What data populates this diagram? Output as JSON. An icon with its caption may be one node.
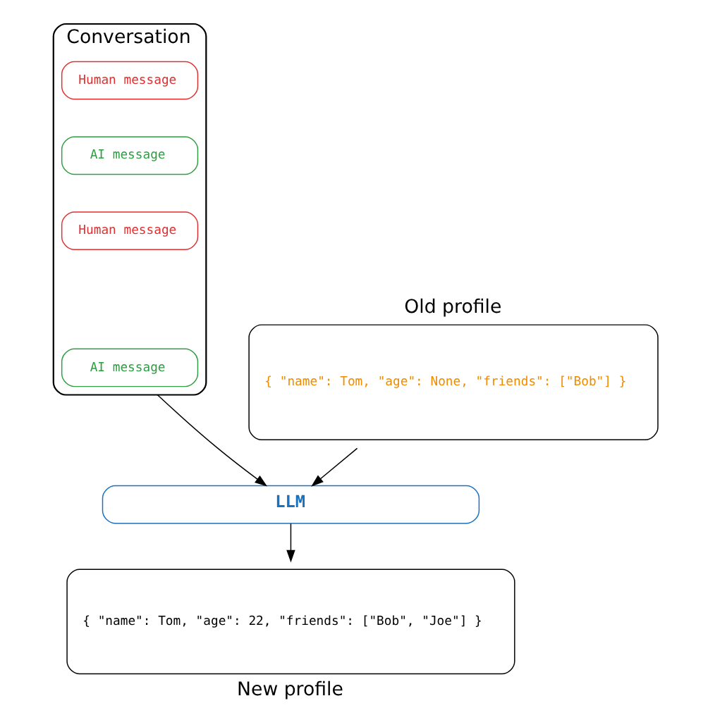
{
  "diagram": {
    "nodes": [
      {
        "text": [
          "Conversation"
        ]
      },
      {
        "text": [
          "Human message"
        ],
        "in": 0
      },
      {
        "text": [
          "AI message"
        ],
        "in": 0
      },
      {
        "text": [
          "Human message"
        ],
        "in": 0
      },
      {
        "text": [
          "AI message"
        ],
        "in": 0
      },
      {
        "text": [
          "Old profile",
          "{ \"name\": Tom, \"age\": None, \"friends\": [\"Bob\"] }"
        ]
      },
      {
        "text": [
          "LLM"
        ]
      },
      {
        "text": [
          "{ \"name\": Tom, \"age\": 22, \"friends\": [\"Bob\", \"Joe\"] }",
          "New profile"
        ]
      }
    ],
    "edges": [
      {
        "from": 0,
        "to": 6,
        "arrow": "to"
      },
      {
        "from": 5,
        "to": 6,
        "arrow": "to"
      },
      {
        "from": 6,
        "to": 7,
        "arrow": "to"
      }
    ]
  }
}
